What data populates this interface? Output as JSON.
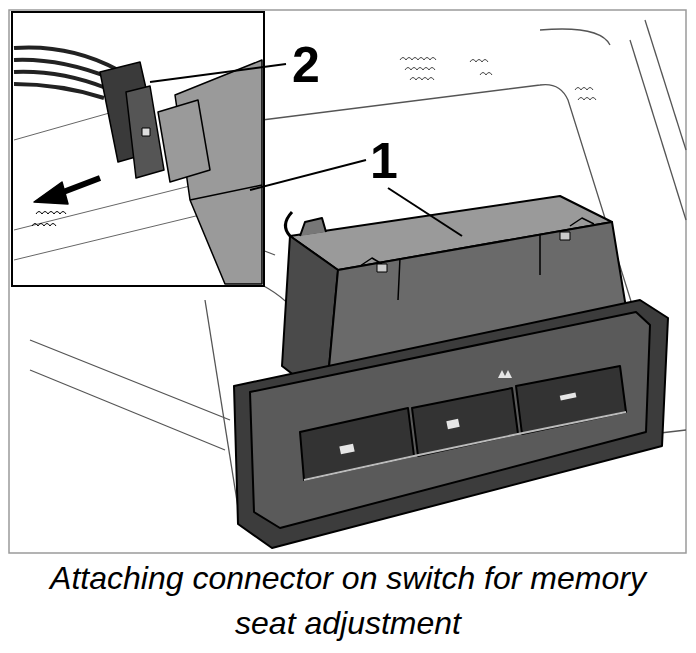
{
  "diagram": {
    "caption": "Attaching connector on switch for memory seat adjustment",
    "labels": [
      "2",
      "1"
    ]
  }
}
